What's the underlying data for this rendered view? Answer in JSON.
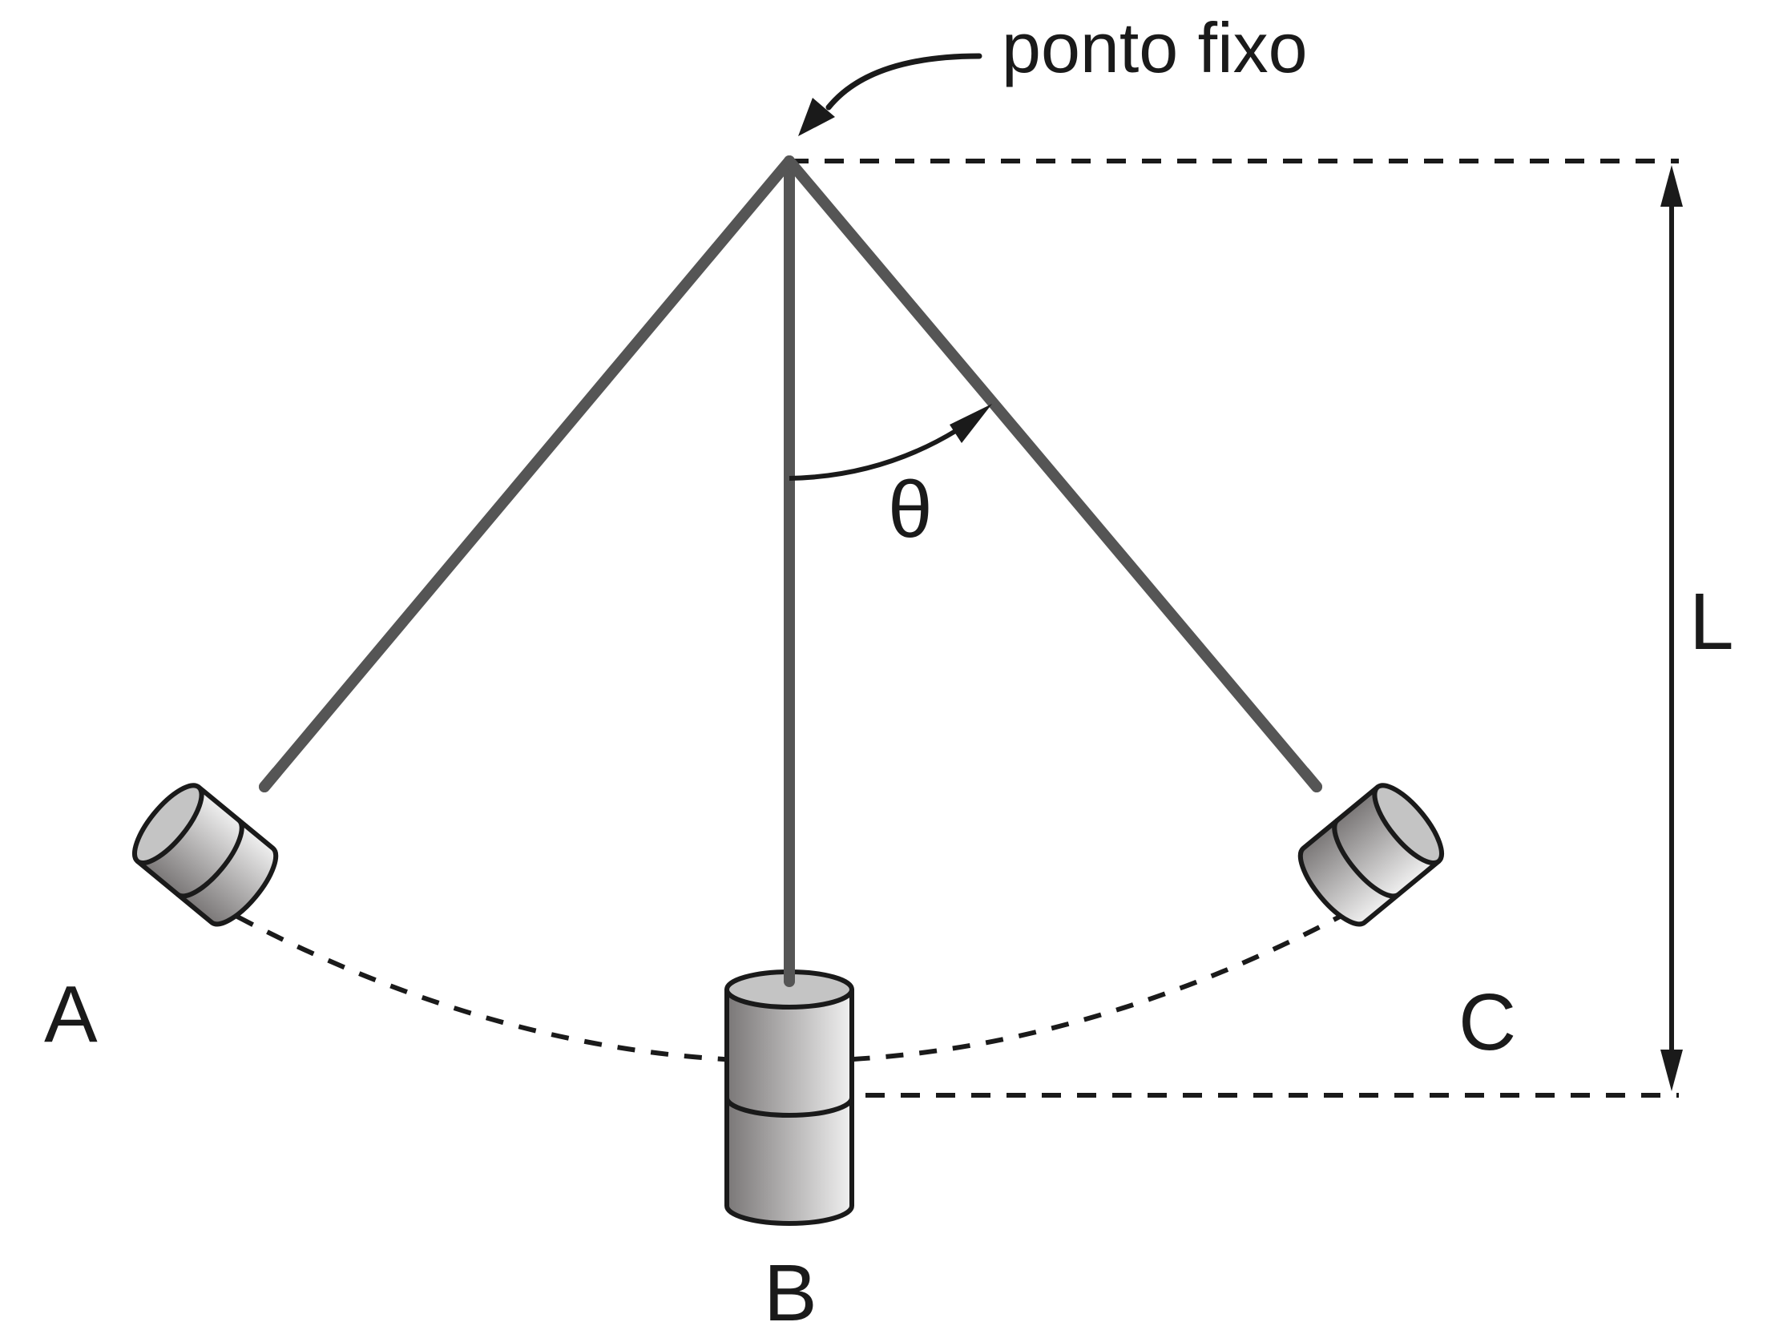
{
  "labels": {
    "pivot": "ponto fixo",
    "angle": "θ",
    "length": "L",
    "position_a": "A",
    "position_b": "B",
    "position_c": "C"
  },
  "colors": {
    "rod": "#555555",
    "outline": "#1a1a1a",
    "cylinder_dark": "#7a7777",
    "cylinder_light": "#f0f0f0",
    "cap": "#c4c4c4"
  }
}
